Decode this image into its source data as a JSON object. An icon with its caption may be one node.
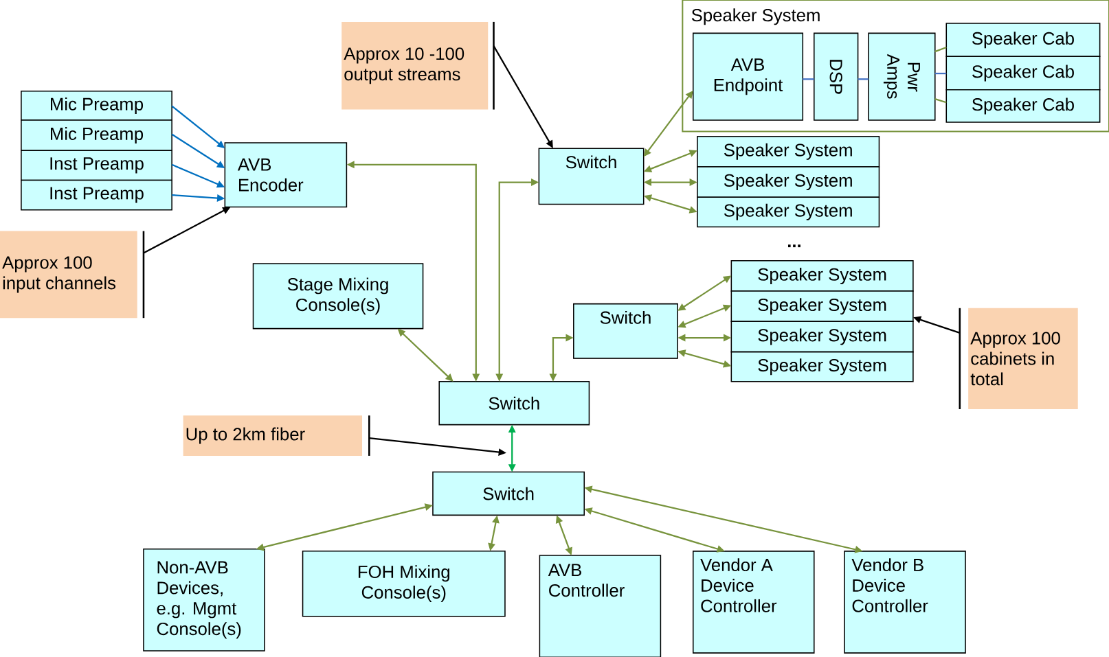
{
  "diagram": {
    "nodes": [
      {
        "text": [
          "Speaker System"
        ]
      },
      {
        "text": [
          "AVB Endpoint"
        ],
        "in": 0
      },
      {
        "text": [
          "DSP"
        ],
        "in": 0
      },
      {
        "text": [
          "Pwr Amps"
        ],
        "in": 0
      },
      {
        "text": [
          "Speaker Cab"
        ],
        "in": 0
      },
      {
        "text": [
          "Speaker Cab"
        ],
        "in": 0
      },
      {
        "text": [
          "Speaker Cab"
        ],
        "in": 0
      },
      {
        "text": [
          "Mic Preamp"
        ]
      },
      {
        "text": [
          "Mic Preamp"
        ]
      },
      {
        "text": [
          "Inst Preamp"
        ]
      },
      {
        "text": [
          "Inst Preamp"
        ]
      },
      {
        "text": [
          "AVB Encoder"
        ]
      },
      {
        "text": [
          "Approx 10 -100 output streams"
        ]
      },
      {
        "text": [
          "Switch"
        ]
      },
      {
        "text": [
          "Speaker System"
        ]
      },
      {
        "text": [
          "Speaker System"
        ]
      },
      {
        "text": [
          "Speaker System"
        ]
      },
      {
        "text": [
          "Approx 100 input channels"
        ]
      },
      {
        "text": [
          "Stage Mixing Console(s)"
        ]
      },
      {
        "text": [
          "Switch"
        ]
      },
      {
        "text": [
          "Speaker System"
        ]
      },
      {
        "text": [
          "Speaker System"
        ]
      },
      {
        "text": [
          "Speaker System"
        ]
      },
      {
        "text": [
          "Speaker System"
        ]
      },
      {
        "text": [
          "Approx 100 cabinets in total"
        ]
      },
      {
        "text": [
          "Switch"
        ]
      },
      {
        "text": [
          "Up to 2km fiber"
        ]
      },
      {
        "text": [
          "Switch"
        ]
      },
      {
        "text": [
          "Non-AVB Devices, e.g. Mgmt Console(s)"
        ]
      },
      {
        "text": [
          "FOH Mixing Console(s)"
        ]
      },
      {
        "text": [
          "AVB Controller"
        ]
      },
      {
        "text": [
          "Vendor A Device Controller"
        ]
      },
      {
        "text": [
          "Vendor B Device Controller"
        ]
      }
    ],
    "edges": [
      {
        "from": 7,
        "to": 11,
        "arrow": "to",
        "color": "#0070c0"
      },
      {
        "from": 8,
        "to": 11,
        "arrow": "to",
        "color": "#0070c0"
      },
      {
        "from": 9,
        "to": 11,
        "arrow": "to",
        "color": "#0070c0"
      },
      {
        "from": 10,
        "to": 11,
        "arrow": "to",
        "color": "#0070c0"
      },
      {
        "from": 17,
        "to": 11,
        "arrow": "to",
        "color": "#000000"
      },
      {
        "from": 12,
        "to": 13,
        "arrow": "to",
        "color": "#000000"
      },
      {
        "from": 26,
        "to": null,
        "arrow": "to",
        "color": "#000000"
      },
      {
        "from": 24,
        "to": 21,
        "arrow": "to",
        "color": "#000000"
      },
      {
        "from": 11,
        "to": 25,
        "arrow": "both"
      },
      {
        "from": 13,
        "to": 25,
        "arrow": "both"
      },
      {
        "from": 13,
        "to": 1,
        "arrow": "both"
      },
      {
        "from": 13,
        "to": 14,
        "arrow": "both"
      },
      {
        "from": 13,
        "to": 15,
        "arrow": "both"
      },
      {
        "from": 13,
        "to": 16,
        "arrow": "both"
      },
      {
        "from": 18,
        "to": 25,
        "arrow": "both"
      },
      {
        "from": 25,
        "to": 19,
        "arrow": "both"
      },
      {
        "from": 19,
        "to": 20,
        "arrow": "both"
      },
      {
        "from": 19,
        "to": 21,
        "arrow": "both"
      },
      {
        "from": 19,
        "to": 22,
        "arrow": "both"
      },
      {
        "from": 19,
        "to": 23,
        "arrow": "both"
      },
      {
        "from": 25,
        "to": 27,
        "arrow": "both",
        "color": "#00b050"
      },
      {
        "from": 27,
        "to": 28,
        "arrow": "both"
      },
      {
        "from": 27,
        "to": 29,
        "arrow": "both"
      },
      {
        "from": 27,
        "to": 30,
        "arrow": "both"
      },
      {
        "from": 27,
        "to": 31,
        "arrow": "both"
      },
      {
        "from": 27,
        "to": 32,
        "arrow": "both"
      },
      {
        "from": 1,
        "to": 2,
        "arrow": "none",
        "color": "#4472c4"
      },
      {
        "from": 2,
        "to": 3,
        "arrow": "none",
        "color": "#4472c4"
      },
      {
        "from": 3,
        "to": 4,
        "arrow": "none"
      },
      {
        "from": 3,
        "to": 5,
        "arrow": "none",
        "color": "#4472c4"
      },
      {
        "from": 3,
        "to": 6,
        "arrow": "none"
      }
    ],
    "labels": [
      "..."
    ]
  }
}
